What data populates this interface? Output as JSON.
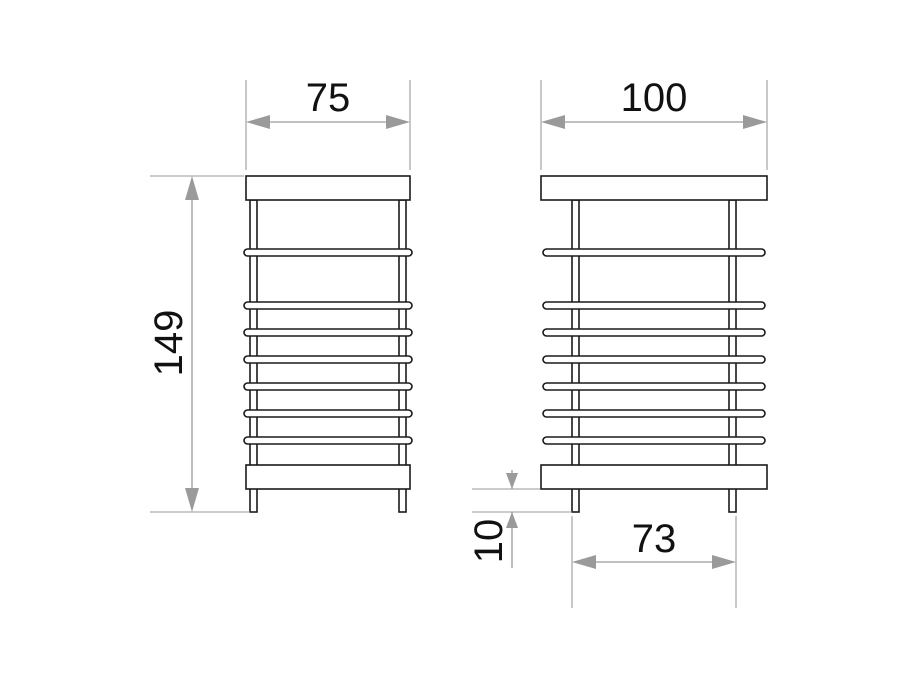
{
  "colors": {
    "object_stroke": "#1a1a1a",
    "dimension_lines": "#9a9a9a",
    "dimension_text": "#111111",
    "background": "#ffffff"
  },
  "dimensions": {
    "front_width": "75",
    "front_height": "149",
    "side_width": "100",
    "foot_height": "10",
    "leg_spacing": "73"
  }
}
